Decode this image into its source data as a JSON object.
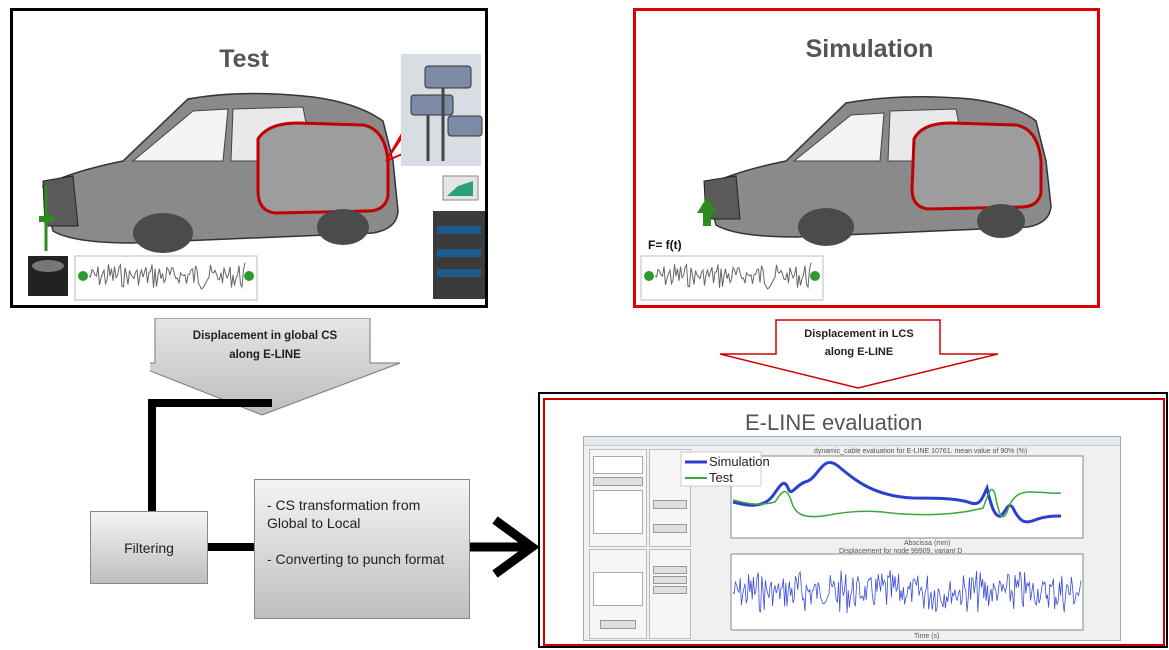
{
  "test_panel": {
    "title": "Test"
  },
  "simulation_panel": {
    "title": "Simulation",
    "force_label": "F= f(t)"
  },
  "left_arrow": {
    "line1": "Displacement in global CS",
    "line2": "along E-LINE"
  },
  "right_arrow": {
    "line1": "Displacement in LCS",
    "line2": "along E-LINE"
  },
  "filtering_box": {
    "label": "Filtering"
  },
  "process_box": {
    "bullet1": "- CS transformation from Global to Local",
    "bullet2": "- Converting to punch format"
  },
  "eval_panel": {
    "title": "E-LINE evaluation",
    "legend_simulation": "Simulation",
    "legend_test": "Test",
    "plot1_title": "dynamic_cable evaluation for E-LINE 10761. mean value of 90% (%)",
    "plot2_title": "Displacement for node 99909, variant D",
    "plot1_xlabel": "Abscissa (mm)",
    "plot2_xlabel": "Time (s)"
  },
  "colors": {
    "test_border": "#000000",
    "simulation_border": "#dd0000",
    "eval_border": "#cc0000",
    "e_line": "#c00000",
    "simulation_line": "#2b3fd0",
    "test_line": "#3aa83a",
    "force_arrow": "#2e8b20"
  }
}
